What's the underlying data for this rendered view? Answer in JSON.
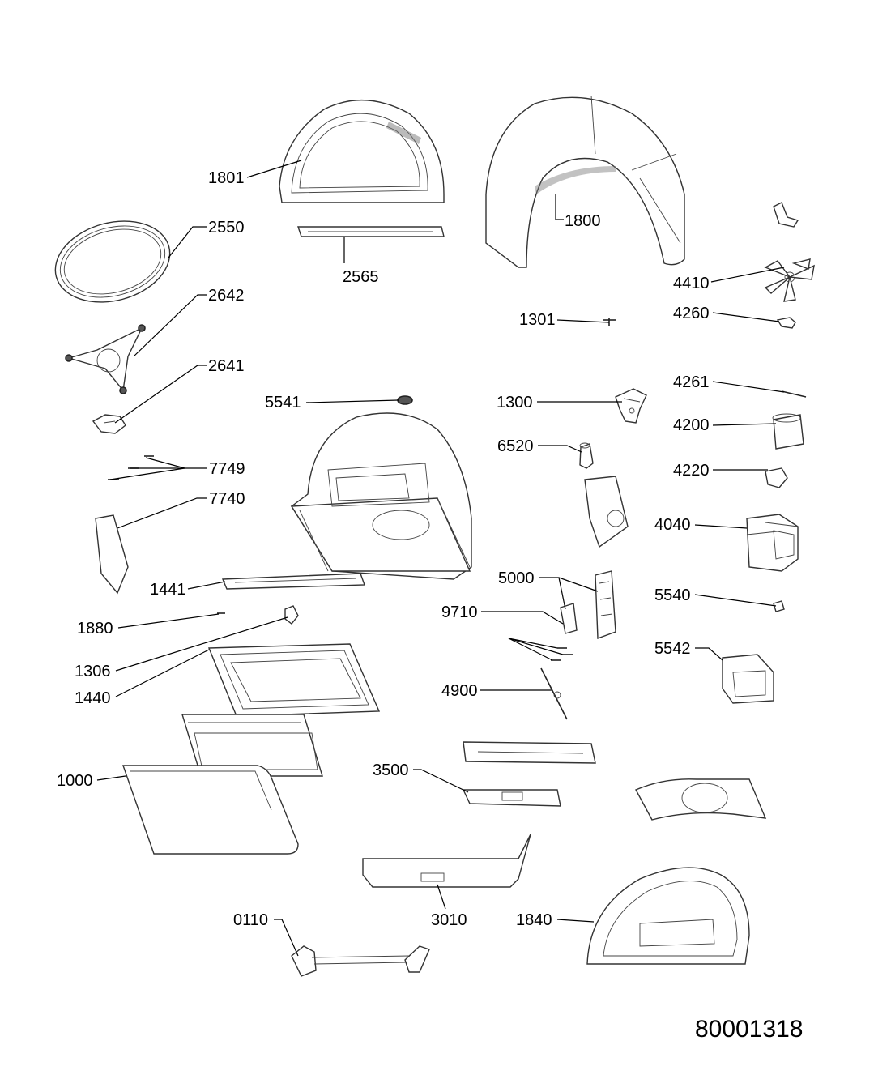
{
  "diagram": {
    "document_number": "80001318",
    "callouts": {
      "p1801": "1801",
      "p1800": "1800",
      "p2550": "2550",
      "p2565": "2565",
      "p2642": "2642",
      "p2641": "2641",
      "p4410": "4410",
      "p1301": "1301",
      "p4260": "4260",
      "p5541": "5541",
      "p1300": "1300",
      "p4261": "4261",
      "p4200": "4200",
      "p6520": "6520",
      "p7749": "7749",
      "p4220": "4220",
      "p7740": "7740",
      "p4040": "4040",
      "p5000": "5000",
      "p1441": "1441",
      "p5540": "5540",
      "p9710": "9710",
      "p1880": "1880",
      "p5542": "5542",
      "p1306": "1306",
      "p1440": "1440",
      "p4900": "4900",
      "p3500": "3500",
      "p1000": "1000",
      "p0110": "0110",
      "p3010": "3010",
      "p1840": "1840"
    }
  }
}
